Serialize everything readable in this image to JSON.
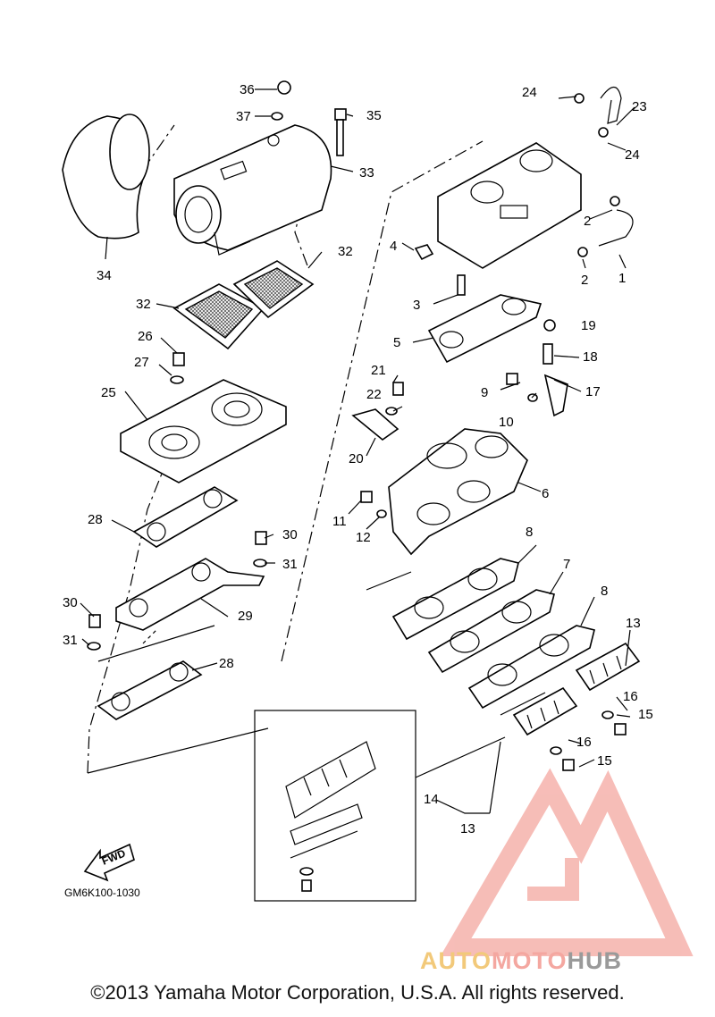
{
  "diagram": {
    "callouts": [
      "1",
      "2",
      "2",
      "3",
      "4",
      "5",
      "6",
      "7",
      "8",
      "8",
      "9",
      "10",
      "11",
      "12",
      "13",
      "13",
      "14",
      "15",
      "15",
      "16",
      "16",
      "17",
      "18",
      "19",
      "20",
      "21",
      "22",
      "23",
      "24",
      "24",
      "25",
      "26",
      "27",
      "28",
      "28",
      "29",
      "30",
      "30",
      "31",
      "31",
      "32",
      "32",
      "33",
      "34",
      "35",
      "36",
      "37"
    ],
    "fwd_label": "FWD",
    "diagram_code": "GM6K100-1030"
  },
  "watermark": {
    "part1": "AUTO",
    "part2": "MOTO",
    "part3": "HUB",
    "colors": {
      "auto": "#f2c97a",
      "moto": "#f4a7a0",
      "hub": "#9a9a9a",
      "logo": "#f4a7a0"
    }
  },
  "footer": {
    "copyright": "©2013 Yamaha Motor Corporation, U.S.A. All rights reserved."
  }
}
